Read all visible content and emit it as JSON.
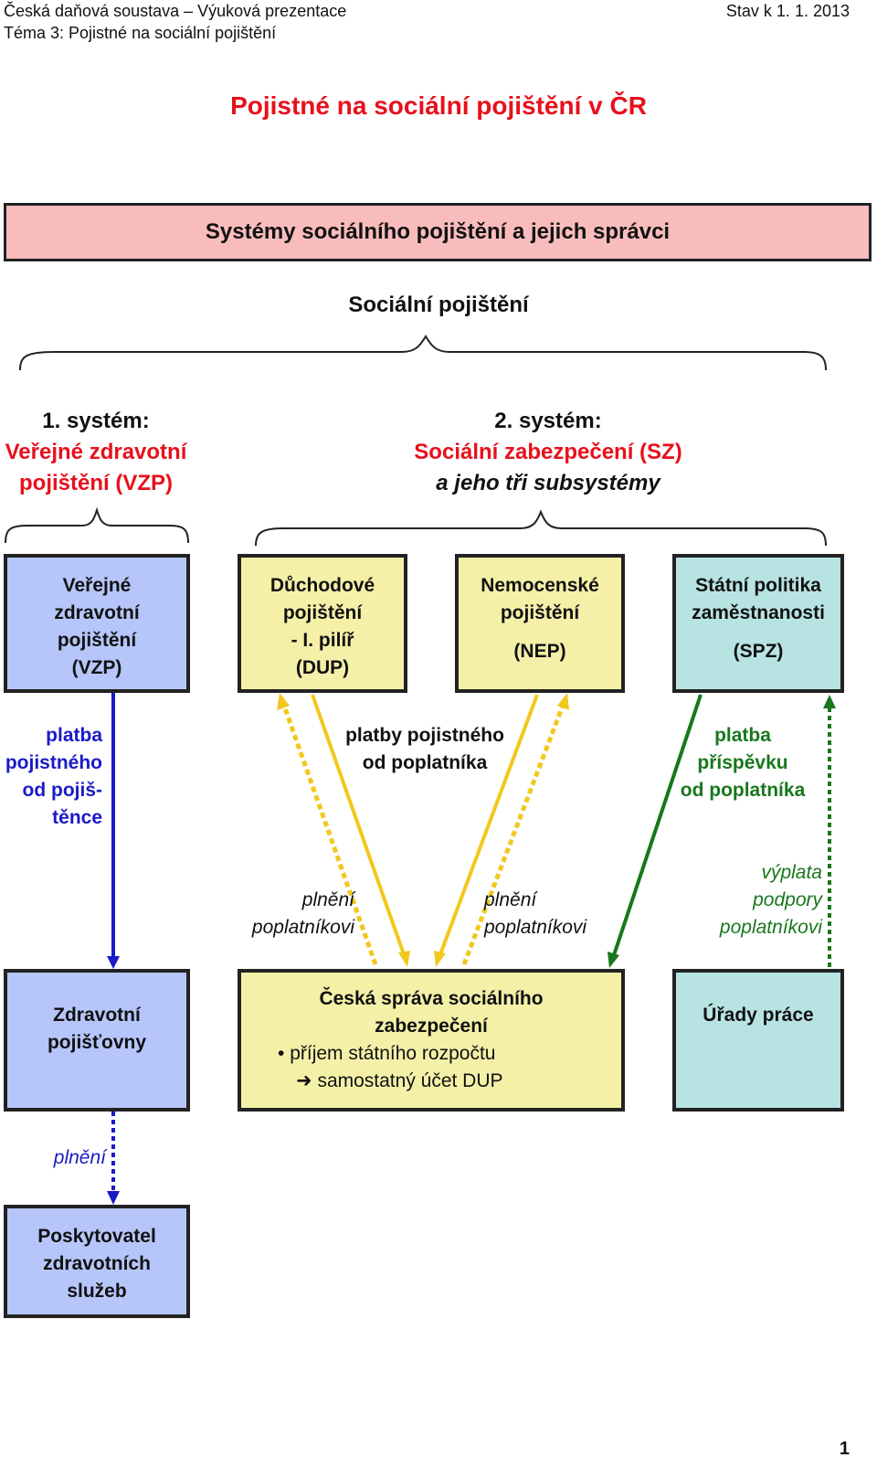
{
  "header": {
    "left_line1": "Česká daňová soustava – Výuková prezentace",
    "left_line2": "Téma 3: Pojistné na sociální pojištění",
    "right": "Stav k 1. 1. 2013"
  },
  "title": "Pojistné na sociální pojištění v ČR",
  "banner": "Systémy sociálního pojištění a jejich správci",
  "social_insurance": "Sociální pojištění",
  "system1": {
    "heading": "1. systém:",
    "line1": "Veřejné zdravotní",
    "line2": "pojištění (VZP)"
  },
  "system2": {
    "heading": "2. systém:",
    "line1": "Sociální zabezpečení (SZ)",
    "line2": "a jeho tři subsystémy"
  },
  "boxes": {
    "vzp": [
      "Veřejné",
      "zdravotní",
      "pojištění",
      "(VZP)"
    ],
    "dup": [
      "Důchodové",
      "pojištění",
      "- I. pilíř",
      "(DUP)"
    ],
    "nep": [
      "Nemocenské",
      "pojištění",
      "(NEP)"
    ],
    "spz": [
      "Státní politika",
      "zaměstnanosti",
      "(SPZ)"
    ],
    "zp": [
      "Zdravotní",
      "pojišťovny"
    ],
    "cssz": {
      "line1": "Česká správa sociálního",
      "line2": "zabezpečení",
      "bullet1": "příjem státního rozpočtu",
      "bullet2": "samostatný účet DUP"
    },
    "up": "Úřady práce",
    "provider": [
      "Poskytovatel",
      "zdravotních",
      "služeb"
    ]
  },
  "labels": {
    "platba_pojistneho": [
      "platba",
      "pojistného",
      "od pojiš-",
      "těnce"
    ],
    "platby_pojistneho": [
      "platby pojistného",
      "od poplatníka"
    ],
    "platba_prispevku": [
      "platba",
      "příspěvku",
      "od poplatníka"
    ],
    "plneni_1": [
      "plnění",
      "poplatníkovi"
    ],
    "plneni_2": [
      "plnění",
      "poplatníkovi"
    ],
    "vyplata": [
      "výplata",
      "podpory",
      "poplatníkovi"
    ],
    "plneni_zp": "plnění"
  },
  "page_number": "1",
  "colors": {
    "red": "#e8101c",
    "blue_box": "#b6c6fa",
    "yellow_box": "#f5f0a8",
    "teal_box": "#b8e3e3",
    "banner": "#f9bcbc",
    "blue_arrow": "#1a1ac8",
    "yellow_arrow": "#f2c81e",
    "green_arrow": "#18771c"
  },
  "icons": [
    "bullet-icon",
    "arrow-right-icon"
  ]
}
